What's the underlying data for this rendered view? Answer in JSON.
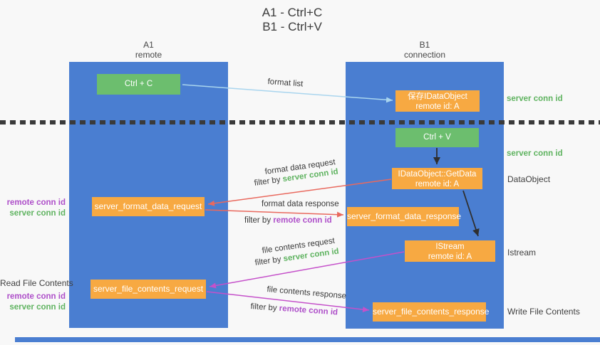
{
  "title": {
    "line1": "A1 - Ctrl+C",
    "line2": "B1 - Ctrl+V"
  },
  "columns": {
    "left": {
      "name": "A1",
      "role": "remote"
    },
    "right": {
      "name": "B1",
      "role": "connection"
    }
  },
  "nodes": {
    "ctrl_c": {
      "label": "Ctrl + C"
    },
    "ctrl_v": {
      "label": "Ctrl + V"
    },
    "save_dataobject": {
      "line1": "保存IDataObject",
      "line2": "remote id: A"
    },
    "getdata": {
      "line1": "IDataObject::GetData",
      "line2": "remote id: A"
    },
    "istream": {
      "line1": "IStream",
      "line2": "remote id: A"
    },
    "server_format_data_request": {
      "label": "server_format_data_request"
    },
    "server_format_data_response": {
      "label": "server_format_data_response"
    },
    "server_file_contents_request": {
      "label": "server_file_contents_request"
    },
    "server_file_contents_response": {
      "label": "server_file_contents_response"
    }
  },
  "arrows": {
    "format_list": {
      "label": "format list"
    },
    "format_data_request": {
      "label": "format data request",
      "filter_prefix": "filter by ",
      "filter_key": "server conn id"
    },
    "format_data_response": {
      "label": "format data response",
      "filter_prefix": "filter by ",
      "filter_key": "remote conn id"
    },
    "file_contents_request": {
      "label": "file contents request",
      "filter_prefix": "filter by ",
      "filter_key": "server conn id"
    },
    "file_contents_response": {
      "label": "file contents response",
      "filter_prefix": "filter by ",
      "filter_key": "remote conn id"
    }
  },
  "annotations": {
    "right_top_conn": "server conn id",
    "right_ctrl_v_conn": "server conn id",
    "right_dataobject": "DataObject",
    "right_istream": "Istream",
    "right_write_file": "Write File Contents",
    "left_format": {
      "remote": "remote conn id",
      "server": "server conn id"
    },
    "left_read_file": "Read File Contents",
    "left_file": {
      "remote": "remote conn id",
      "server": "server conn id"
    }
  },
  "colors": {
    "canvas_bg": "#f8f8f8",
    "lifeline_blue": "#4a7ed1",
    "button_green": "#6cbe6e",
    "box_orange": "#f7a942",
    "arrow_red": "#e9695e",
    "arrow_magenta": "#c551ca",
    "arrow_blue": "#a9d5ee",
    "arrow_black": "#2f2f2f",
    "text_green": "#5fb360",
    "text_purple": "#ae4fc9"
  }
}
